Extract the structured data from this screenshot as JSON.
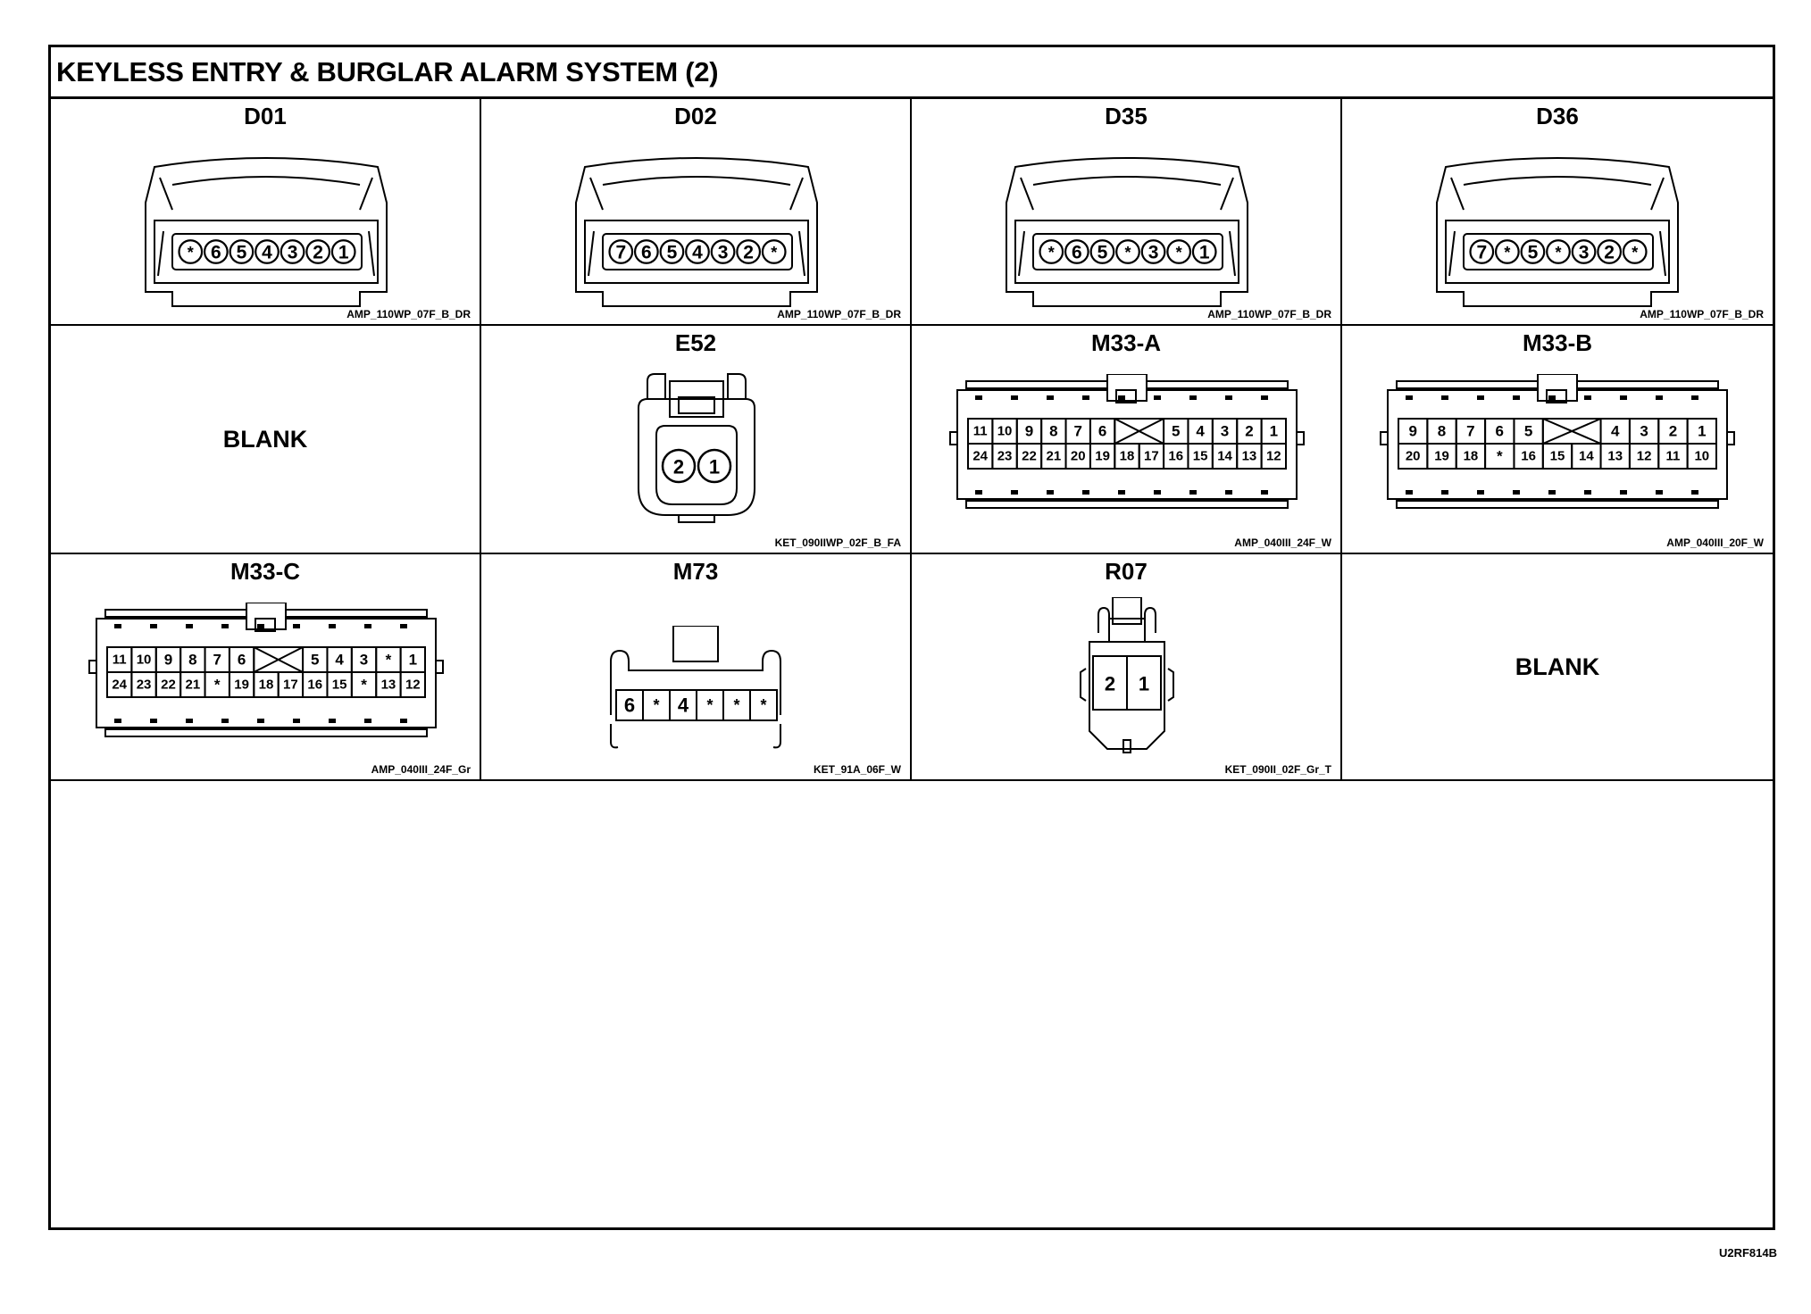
{
  "title": "KEYLESS ENTRY & BURGLAR ALARM SYSTEM (2)",
  "footer_code": "U2RF814B",
  "cells": [
    {
      "label": "D01",
      "code": "AMP_110WP_07F_B_DR",
      "type": "d-conn",
      "pins": [
        "*",
        "6",
        "5",
        "4",
        "3",
        "2",
        "1"
      ]
    },
    {
      "label": "D02",
      "code": "AMP_110WP_07F_B_DR",
      "type": "d-conn",
      "pins": [
        "7",
        "6",
        "5",
        "4",
        "3",
        "2",
        "*"
      ]
    },
    {
      "label": "D35",
      "code": "AMP_110WP_07F_B_DR",
      "type": "d-conn",
      "pins": [
        "*",
        "6",
        "5",
        "*",
        "3",
        "*",
        "1"
      ]
    },
    {
      "label": "D36",
      "code": "AMP_110WP_07F_B_DR",
      "type": "d-conn",
      "pins": [
        "7",
        "*",
        "5",
        "*",
        "3",
        "2",
        "*"
      ]
    },
    {
      "label": "",
      "code": "",
      "type": "blank",
      "blank_text": "BLANK"
    },
    {
      "label": "E52",
      "code": "KET_090IIWP_02F_B_FA",
      "type": "e52",
      "pins": [
        "2",
        "1"
      ]
    },
    {
      "label": "M33-A",
      "code": "AMP_040III_24F_W",
      "type": "m33",
      "top": [
        "11",
        "10",
        "9",
        "8",
        "7",
        "6",
        "X",
        "5",
        "4",
        "3",
        "2",
        "1"
      ],
      "bottom": [
        "24",
        "23",
        "22",
        "21",
        "20",
        "19",
        "18",
        "17",
        "16",
        "15",
        "14",
        "13",
        "12"
      ]
    },
    {
      "label": "M33-B",
      "code": "AMP_040III_20F_W",
      "type": "m33",
      "top": [
        "9",
        "8",
        "7",
        "6",
        "5",
        "X",
        "4",
        "3",
        "2",
        "1"
      ],
      "bottom": [
        "20",
        "19",
        "18",
        "*",
        "16",
        "15",
        "14",
        "13",
        "12",
        "11",
        "10"
      ]
    },
    {
      "label": "M33-C",
      "code": "AMP_040III_24F_Gr",
      "type": "m33",
      "top": [
        "11",
        "10",
        "9",
        "8",
        "7",
        "6",
        "X",
        "5",
        "4",
        "3",
        "*",
        "1"
      ],
      "bottom": [
        "24",
        "23",
        "22",
        "21",
        "*",
        "19",
        "18",
        "17",
        "16",
        "15",
        "*",
        "13",
        "12"
      ]
    },
    {
      "label": "M73",
      "code": "KET_91A_06F_W",
      "type": "m73",
      "pins": [
        "6",
        "*",
        "4",
        "*",
        "*",
        "*"
      ]
    },
    {
      "label": "R07",
      "code": "KET_090II_02F_Gr_T",
      "type": "r07",
      "pins": [
        "2",
        "1"
      ]
    },
    {
      "label": "",
      "code": "",
      "type": "blank",
      "blank_text": "BLANK"
    }
  ]
}
